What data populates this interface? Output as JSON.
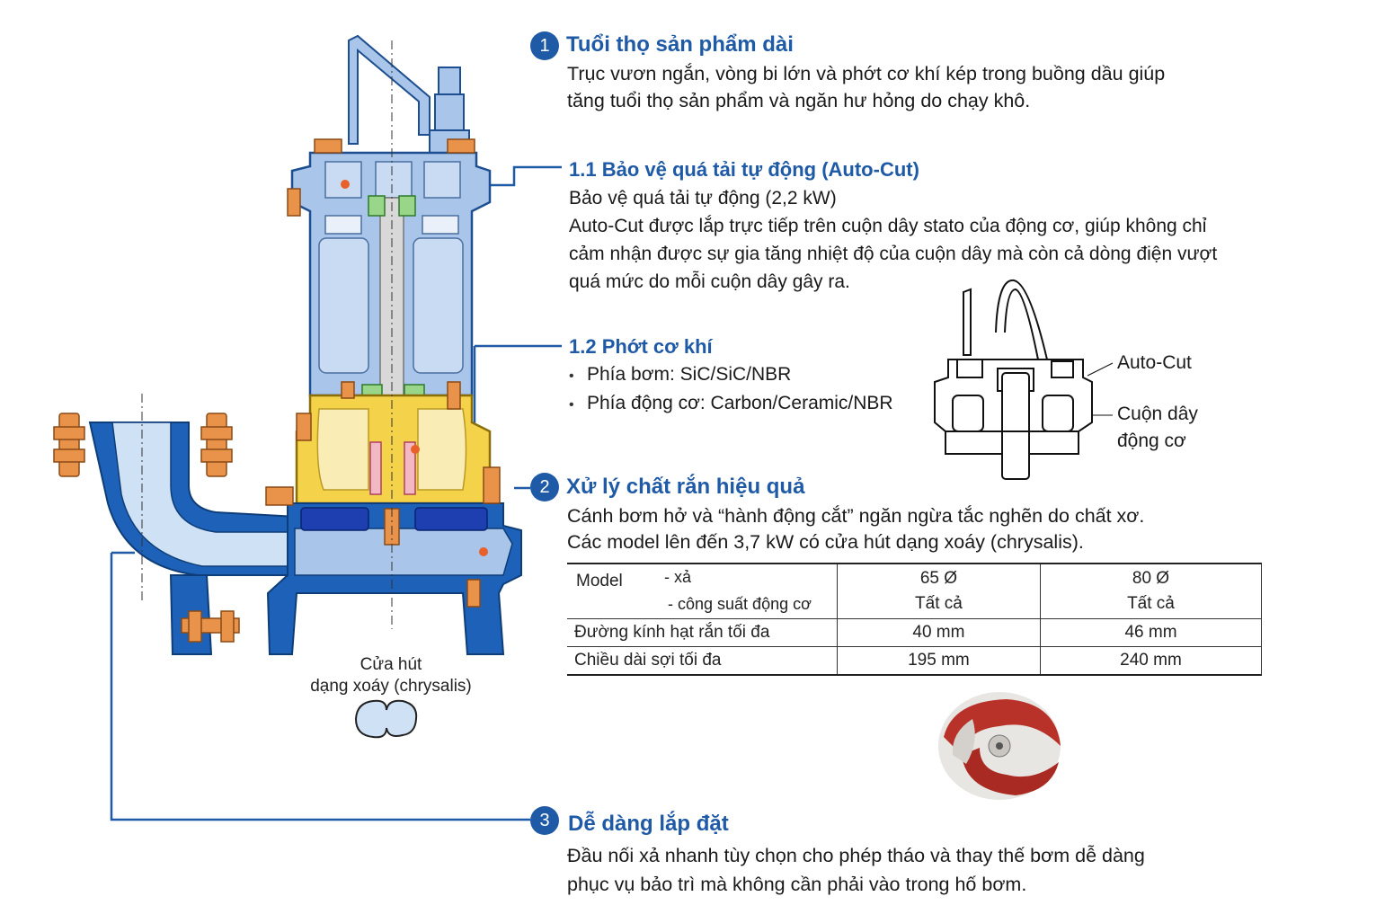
{
  "features": {
    "f1": {
      "number": "1",
      "title": "Tuổi thọ sản phẩm dài",
      "lines": [
        "Trục vươn ngắn, vòng bi lớn và phớt cơ khí kép trong buồng dầu giúp",
        "tăng tuổi thọ sản phẩm và ngăn hư hỏng do chạy khô."
      ]
    },
    "f11": {
      "title": "1.1 Bảo vệ quá tải tự động (Auto-Cut)",
      "lines": [
        "Bảo vệ quá tải tự động (2,2 kW)",
        "Auto-Cut được lắp trực tiếp trên cuộn dây stato của động cơ, giúp không chỉ",
        "cảm nhận được sự gia tăng nhiệt độ của cuộn dây mà còn cả dòng điện vượt",
        "quá mức do mỗi cuộn dây gây ra."
      ]
    },
    "f12": {
      "title": "1.2 Phớt cơ khí",
      "bullets": [
        "Phía bơm: SiC/SiC/NBR",
        "Phía động cơ: Carbon/Ceramic/NBR"
      ]
    },
    "f2": {
      "number": "2",
      "title": "Xử lý chất rắn hiệu quả",
      "lines": [
        "Cánh bơm hở và “hành động cắt” ngăn ngừa tắc nghẽn do chất xơ.",
        "Các model lên đến 3,7 kW có cửa hút dạng xoáy (chrysalis)."
      ]
    },
    "f3": {
      "number": "3",
      "title": "Dễ dàng lắp đặt",
      "lines": [
        "Đầu nối xả nhanh tùy chọn cho phép tháo và thay thế bơm dễ dàng",
        "phục vụ bảo trì mà không cần phải vào trong hố bơm."
      ]
    }
  },
  "detail_labels": {
    "autocut": "Auto-Cut",
    "coil_line1": "Cuộn dây",
    "coil_line2": "động cơ"
  },
  "inlet_caption": {
    "line1": "Cửa hút",
    "line2": "dạng xoáy (chrysalis)"
  },
  "table": {
    "header": {
      "model": "Model",
      "sub1": "- xả",
      "sub2": "- công suất động cơ"
    },
    "columns": [
      {
        "size": "65 Ø",
        "power": "Tất cả"
      },
      {
        "size": "80 Ø",
        "power": "Tất cả"
      }
    ],
    "rows": [
      {
        "label": "Đường kính hạt rắn tối đa",
        "values": [
          "40 mm",
          "46 mm"
        ]
      },
      {
        "label": "Chiều dài sợi tối đa",
        "values": [
          "195 mm",
          "240 mm"
        ]
      }
    ]
  },
  "colors": {
    "accent": "#1f5aa6",
    "motor_blue": "#a9c5ea",
    "casing_blue": "#1d62b8",
    "oil_yellow": "#f4d24a",
    "bolt_orange": "#e8924a",
    "impeller_red": "#b8322a"
  }
}
